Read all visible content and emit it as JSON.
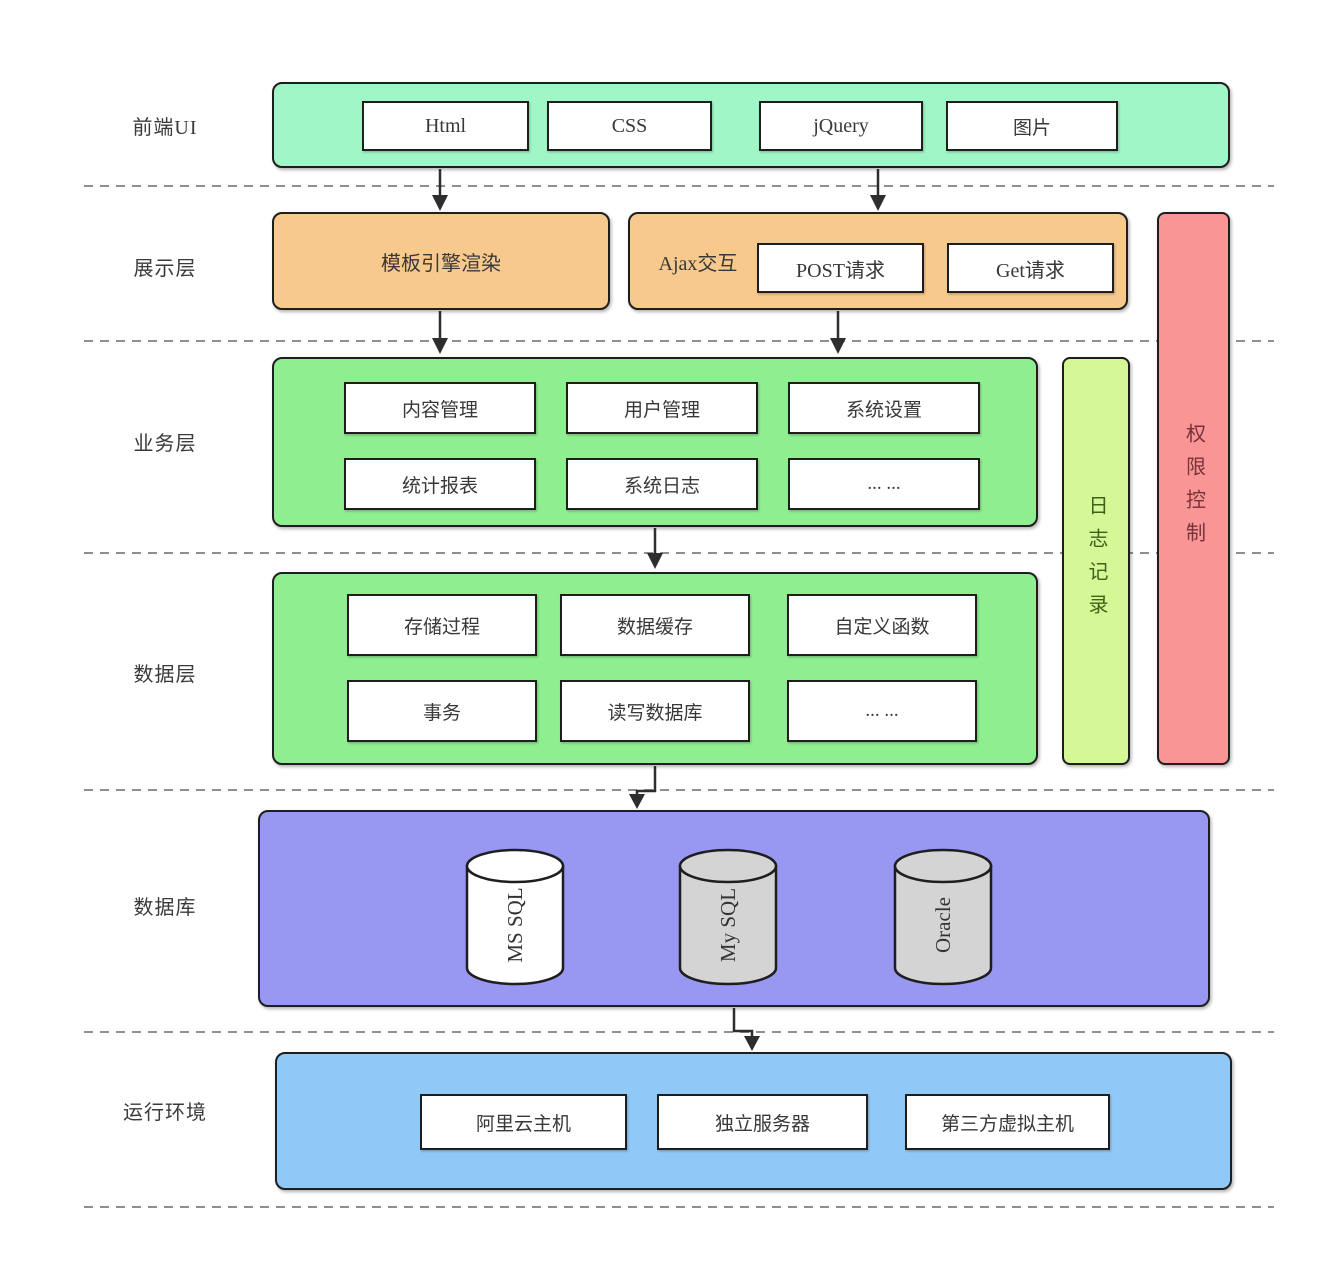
{
  "layer_labels": {
    "frontend": "前端UI",
    "presentation": "展示层",
    "business": "业务层",
    "data": "数据层",
    "database": "数据库",
    "runtime": "运行环境"
  },
  "frontend": {
    "items": [
      "Html",
      "CSS",
      "jQuery",
      "图片"
    ]
  },
  "presentation": {
    "template_engine": "模板引擎渲染",
    "ajax": {
      "label": "Ajax交互",
      "items": [
        "POST请求",
        "Get请求"
      ]
    }
  },
  "business": {
    "row1": [
      "内容管理",
      "用户管理",
      "系统设置"
    ],
    "row2": [
      "统计报表",
      "系统日志",
      "... ..."
    ]
  },
  "data": {
    "row1": [
      "存储过程",
      "数据缓存",
      "自定义函数"
    ],
    "row2": [
      "事务",
      "读写数据库",
      "... ..."
    ]
  },
  "database": {
    "cylinders": [
      {
        "name": "MS SQL"
      },
      {
        "name": "My SQL"
      },
      {
        "name": "Oracle"
      }
    ]
  },
  "runtime": {
    "items": [
      "阿里云主机",
      "独立服务器",
      "第三方虚拟主机"
    ]
  },
  "sidebars": {
    "log": "日志记录",
    "permission": "权限控制"
  },
  "colors": {
    "frontend_bg": "#a0f6c6",
    "presentation_bg": "#f8c98c",
    "business_bg": "#8fee8f",
    "database_bg": "#9897f2",
    "runtime_bg": "#90c9f6",
    "log_bar_bg": "#d5f795",
    "permission_bar_bg": "#fa9595",
    "log_text": "#3f611c",
    "permission_text": "#76323a",
    "cylinder_white": "#ffffff",
    "cylinder_gray": "#d4d4d4"
  }
}
